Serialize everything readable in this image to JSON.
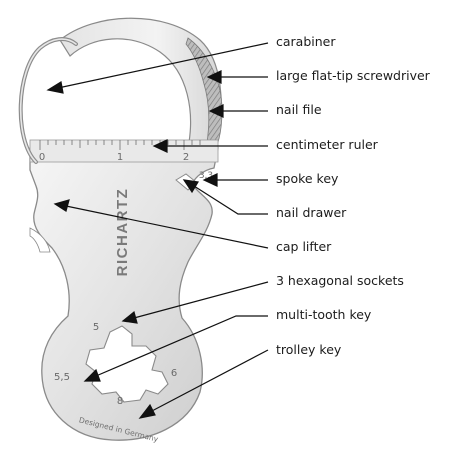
{
  "tool": {
    "brand": "RICHARTZ",
    "origin": "Designed in Germany",
    "ruler_ticks": [
      "0",
      "1",
      "2"
    ],
    "spoke_key_size": "3,3",
    "socket_sizes": [
      "5",
      "5,5",
      "6"
    ],
    "trolley_size": "8"
  },
  "callouts": [
    {
      "label": "carabiner"
    },
    {
      "label": "large flat-tip screwdriver"
    },
    {
      "label": "nail file"
    },
    {
      "label": "centimeter ruler"
    },
    {
      "label": "spoke key"
    },
    {
      "label": "nail drawer"
    },
    {
      "label": "cap lifter"
    },
    {
      "label": "3 hexagonal sockets"
    },
    {
      "label": "multi-tooth key"
    },
    {
      "label": "trolley key"
    }
  ],
  "colors": {
    "metal_light": "#f1f1f1",
    "metal_mid": "#dcdcdc",
    "metal_dark": "#b9b9b9",
    "outline": "#8a8a8a",
    "engraving": "#7a7a7a",
    "arrow": "#111111",
    "label_text": "#1c1c1c"
  }
}
